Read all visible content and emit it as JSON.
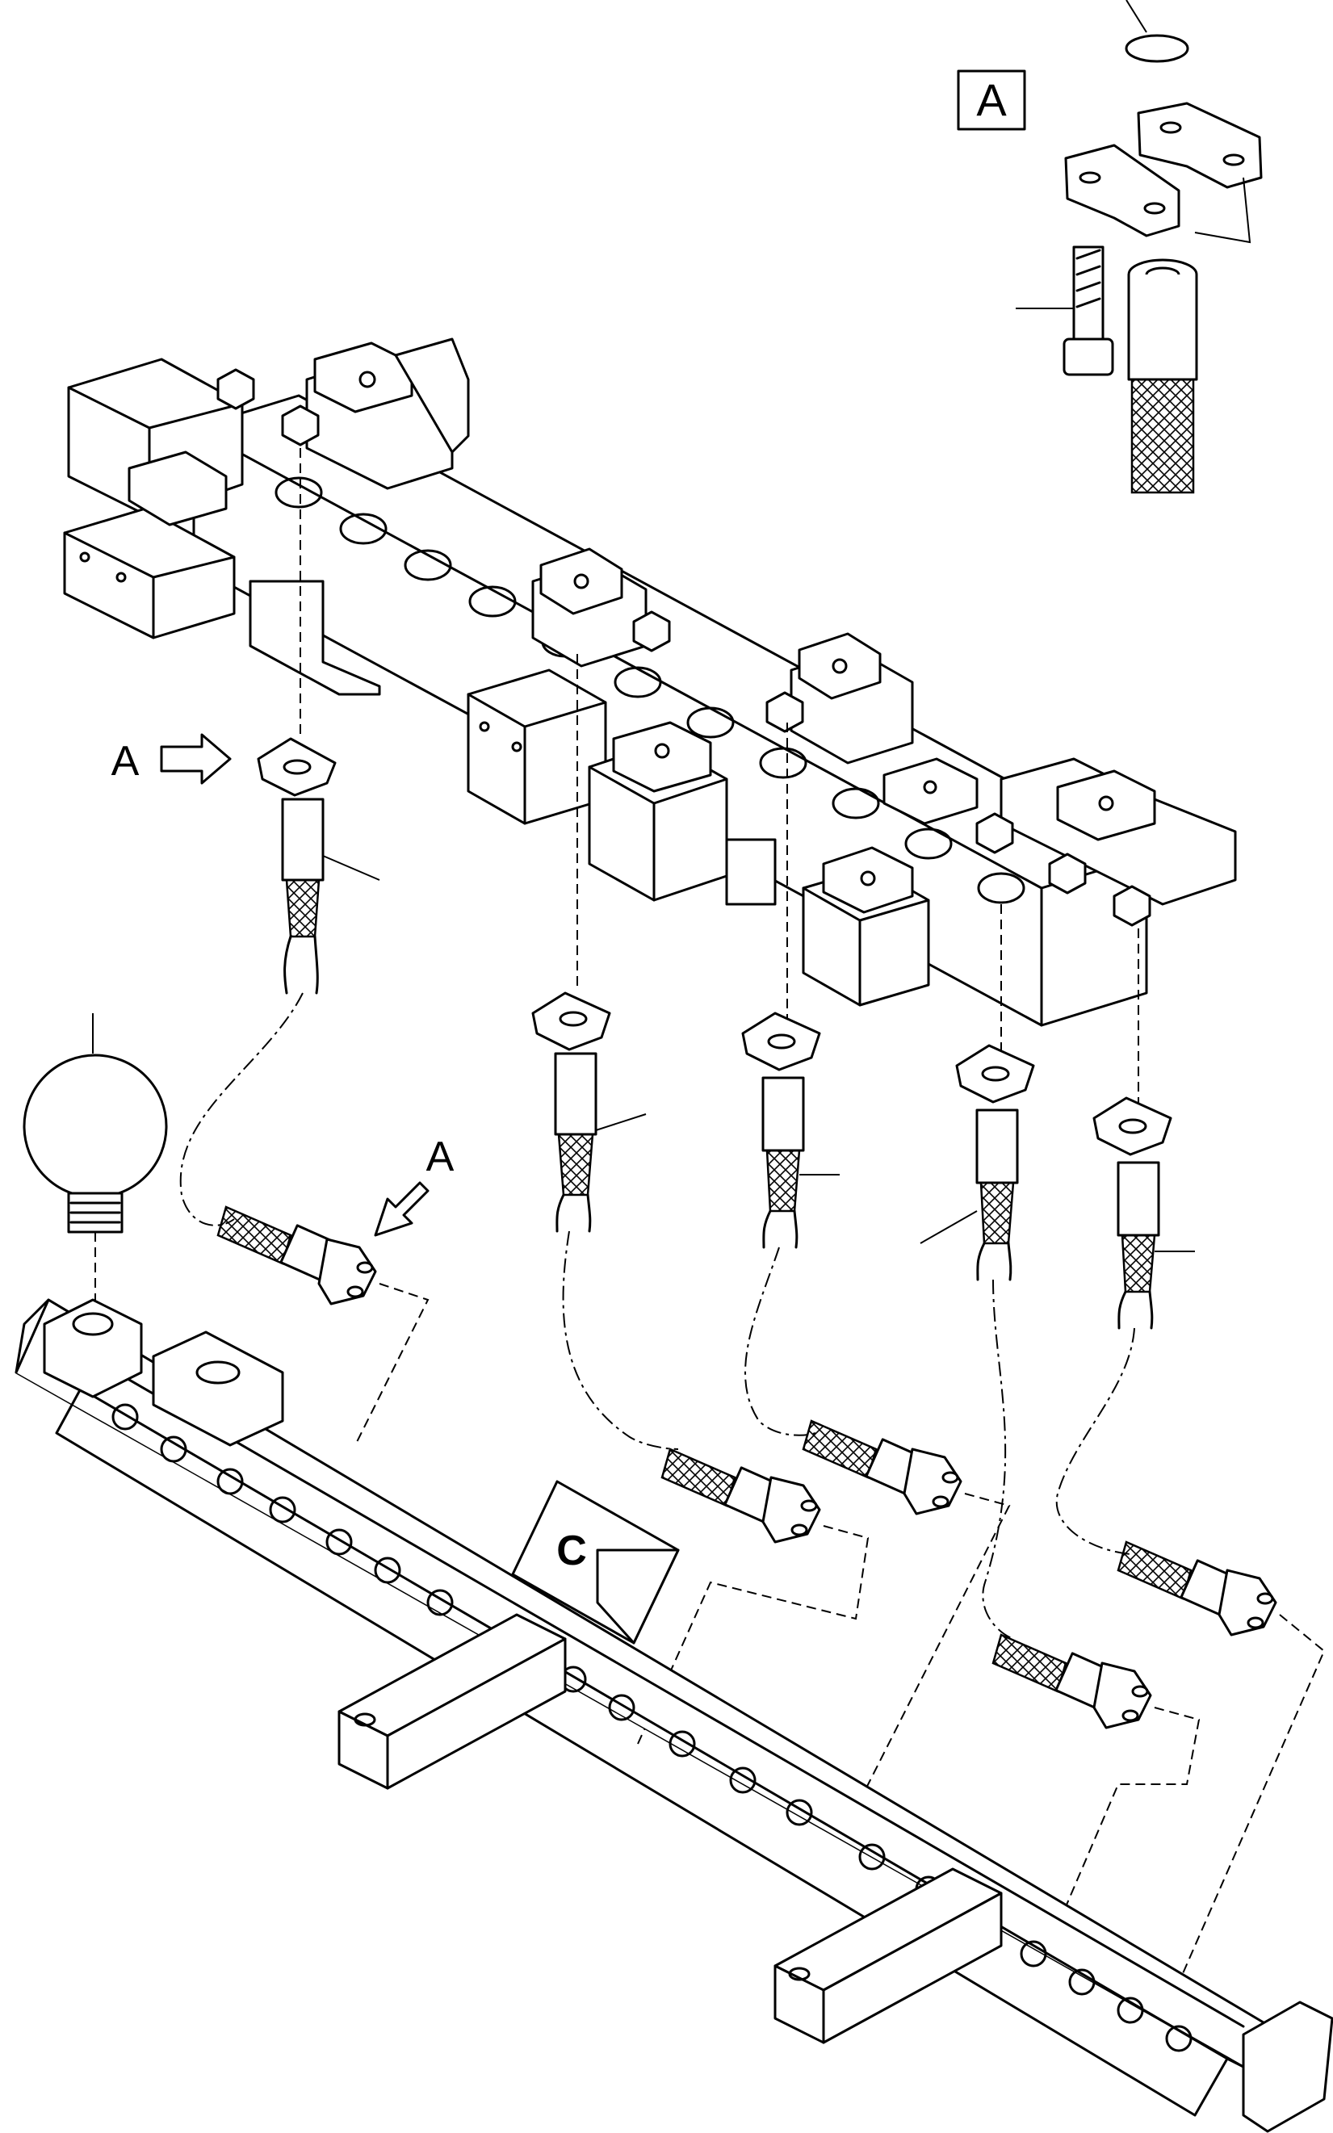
{
  "labels": {
    "detail_box": "A",
    "arrow_a_upper": "A",
    "arrow_a_lower": "A",
    "component_c": "C"
  },
  "colors": {
    "line": "#000000",
    "background": "#ffffff"
  }
}
